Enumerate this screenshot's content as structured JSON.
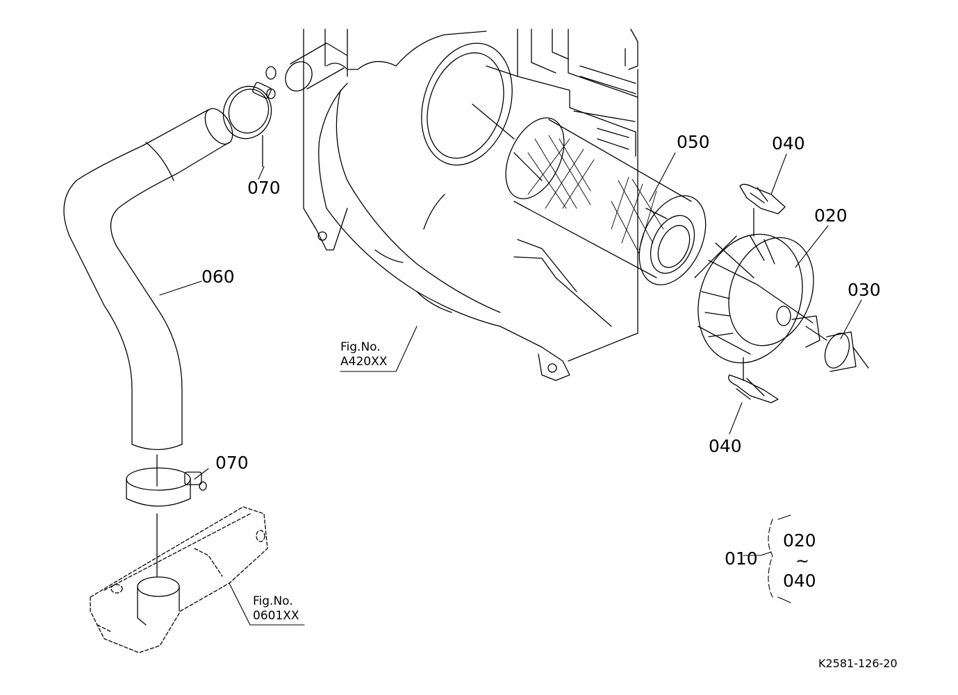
{
  "parts": {
    "p010": "010",
    "p020": "020",
    "p030": "030",
    "p040_top": "040",
    "p040_bottom": "040",
    "p050": "050",
    "p060": "060",
    "p070_top": "070",
    "p070_bottom": "070"
  },
  "assembly": {
    "range_start": "020",
    "range_tilde": "~",
    "range_end": "040"
  },
  "fig_refs": [
    {
      "caption": "Fig.No.",
      "number": "A420XX"
    },
    {
      "caption": "Fig.No.",
      "number": "0601XX"
    }
  ],
  "drawing_code": "K2581-126-20"
}
